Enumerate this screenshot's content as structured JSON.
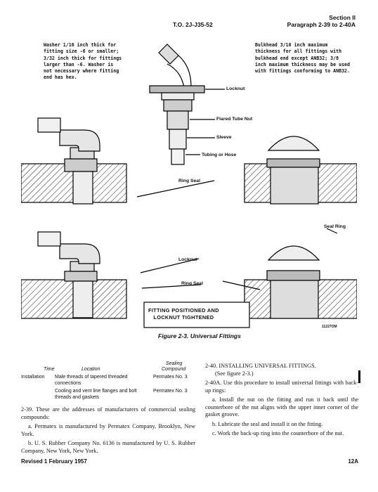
{
  "header": {
    "to_number": "T.O. 2J-J35-52",
    "section": "Section II",
    "paragraph": "Paragraph 2-39 to 2-40A"
  },
  "figure": {
    "callout_washer": "Washer 1/16 inch thick for fitting size -6 or smaller; 3/32 inch thick for fittings larger than -6. Washer is not necessary where fitting end has hex.",
    "callout_bulkhead": "Bulkhead 3/16 inch maximum thickness for all fittings with bulkhead end except ANB32; 3/8 inch maximum thickness may be used with fittings conforming to ANB32.",
    "labels": {
      "locknut_top": "Locknut",
      "flared_tube_nut": "Flared Tube Nut",
      "sleeve": "Sleeve",
      "tubing_or_hose": "Tubing or Hose",
      "ring_seal_top": "Ring Seal",
      "seal_ring": "Seal Ring",
      "locknut_bottom": "Locknut",
      "ring_seal_bottom": "Ring Seal"
    },
    "caption_box_line1": "FITTING POSITIONED AND",
    "caption_box_line2": "LOCKNUT TIGHTENED",
    "number_tag": "11227OM",
    "caption": "Figure 2-3. Universal Fittings"
  },
  "table": {
    "headers": {
      "time": "Time",
      "location": "Location",
      "sealing1": "Sealing",
      "sealing2": "Compound"
    },
    "rows": [
      {
        "time": "Installation",
        "location": "Male threads of tapered threaded connections",
        "compound": "Permatex No. 3"
      },
      {
        "time": "",
        "location": "Cooling and vent line flanges and bolt threads and gaskets",
        "compound": "Permatex No. 3"
      }
    ]
  },
  "left_body": {
    "p1": "2-39. These are the addresses of manufacturers of commercial sealing compounds:",
    "p2": "a. Permatex is manufactured by Permatex Company, Brooklyn, New York.",
    "p3": "b. U. S. Rubber Company No. 6136 is manufactured by U. S. Rubber Company, New York, New York."
  },
  "right_body": {
    "heading": "2-40. INSTALLING UNIVERSAL FITTINGS.",
    "subheading": "(See figure 2-3.)",
    "p1": "2-40A. Use this procedure to install universal fittings with back-up rings:",
    "p2": "a. Install the nut on the fitting and run it back until the counterbore of the nut aligns with the upper inner corner of the gasket groove.",
    "p3": "b. Lubricate the seal and install it on the fitting.",
    "p4": "c. Work the back-up ring into the counterbore of the nut."
  },
  "footer": {
    "revised": "Revised 1 February 1957",
    "page": "12A"
  }
}
